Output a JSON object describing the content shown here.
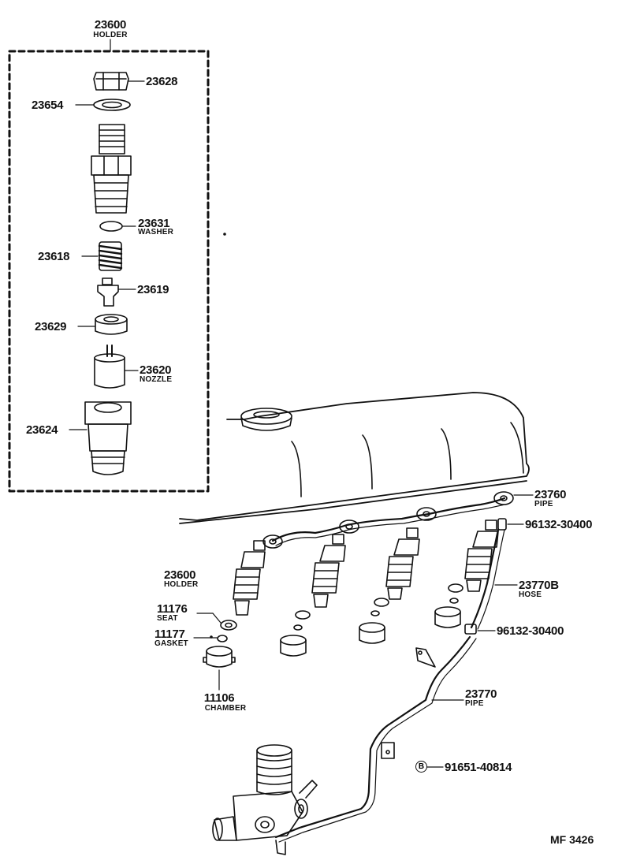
{
  "parts": {
    "p23600_top": {
      "number": "23600",
      "name": "HOLDER"
    },
    "p23628": {
      "number": "23628"
    },
    "p23654": {
      "number": "23654"
    },
    "p23631": {
      "number": "23631",
      "name": "WASHER"
    },
    "p23618": {
      "number": "23618"
    },
    "p23619": {
      "number": "23619"
    },
    "p23629": {
      "number": "23629"
    },
    "p23620": {
      "number": "23620",
      "name": "NOZZLE"
    },
    "p23624": {
      "number": "23624"
    },
    "p23760": {
      "number": "23760",
      "name": "PIPE"
    },
    "p96132_a": {
      "number": "96132-30400"
    },
    "p23770b": {
      "number": "23770B",
      "name": "HOSE"
    },
    "p96132_b": {
      "number": "96132-30400"
    },
    "p23770": {
      "number": "23770",
      "name": "PIPE"
    },
    "p91651": {
      "number": "91651-40814",
      "marker": "B"
    },
    "p23600_bot": {
      "number": "23600",
      "name": "HOLDER"
    },
    "p11176": {
      "number": "11176",
      "name": "SEAT"
    },
    "p11177": {
      "number": "11177",
      "name": "GASKET"
    },
    "p11106": {
      "number": "11106",
      "name": "CHAMBER"
    }
  },
  "diagram_code": "MF 3426",
  "colors": {
    "ink": "#111111",
    "background": "#ffffff"
  }
}
